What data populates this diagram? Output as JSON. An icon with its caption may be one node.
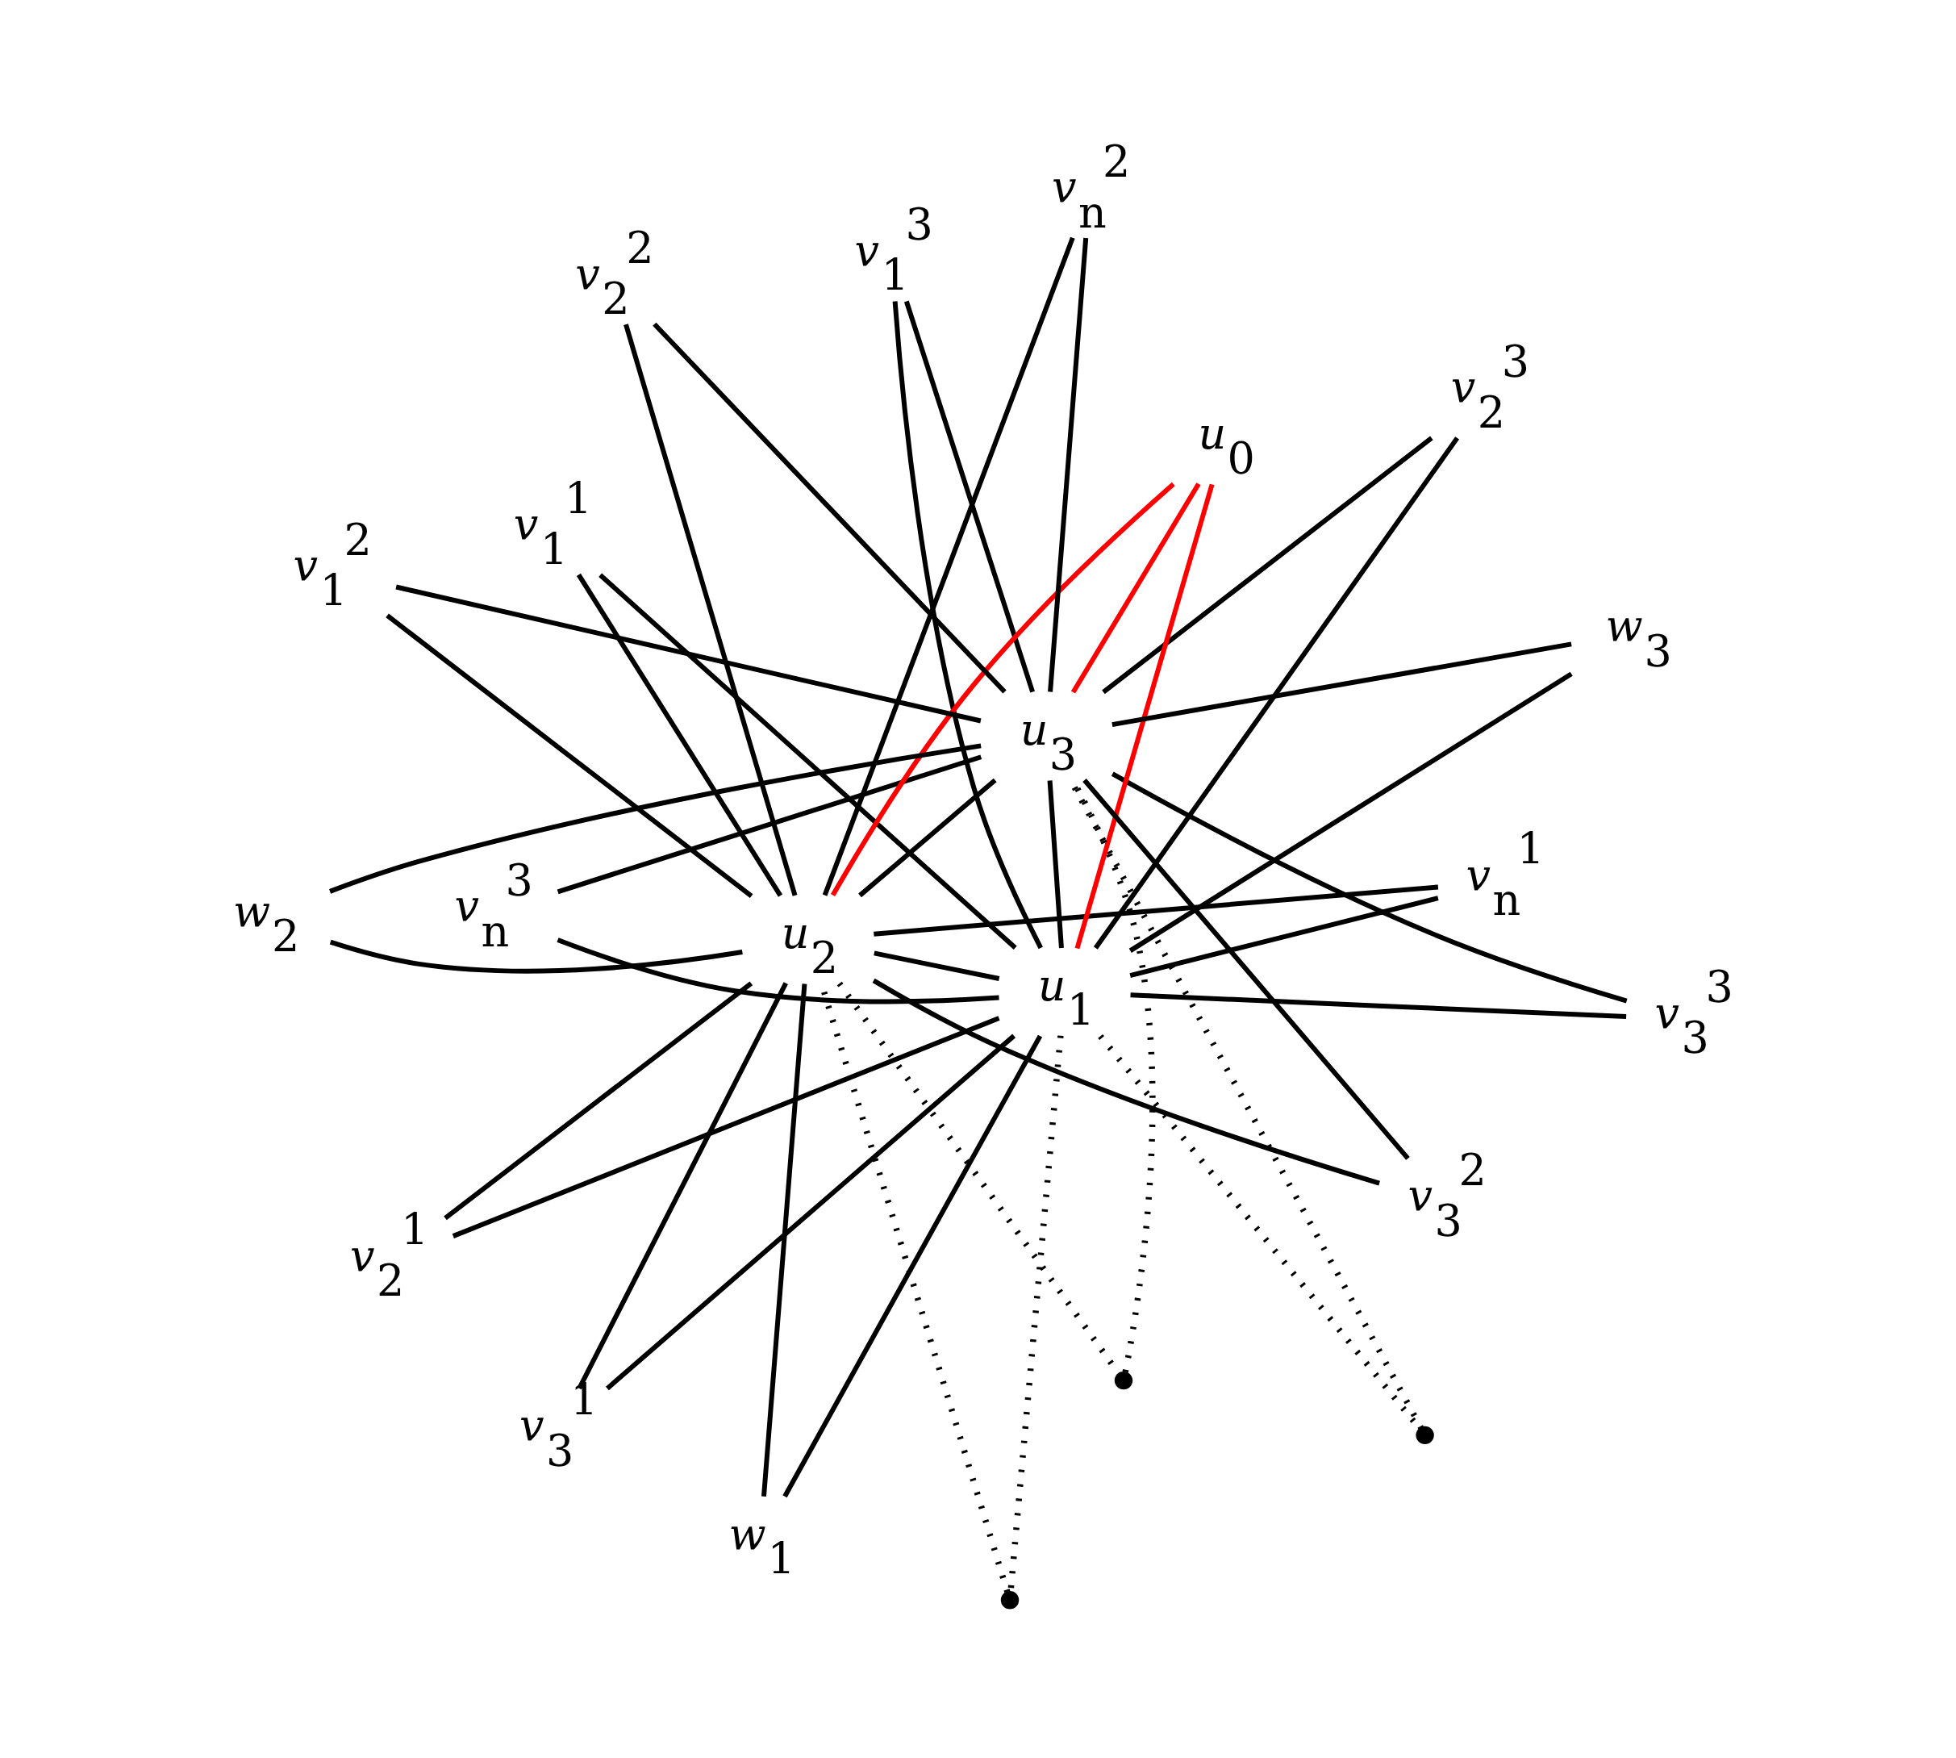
{
  "diagram": {
    "nodes": [
      {
        "text": [
          "u$_{1}$"
        ]
      },
      {
        "text": [
          "w$_{3}$"
        ]
      },
      {
        "text": [
          "w$_{1}$"
        ]
      },
      {
        "text": [
          "v$_{1}$$^{3}$"
        ]
      },
      {
        "text": [
          "v$_{2}$$^{3}$"
        ]
      },
      {
        "text": [
          "v$_{1}$$^{1}$"
        ]
      },
      {
        "text": [
          "v$_{2}$$^{1}$"
        ]
      },
      {
        "text": [
          "v$_{3}$$^{3}$"
        ]
      },
      {
        "text": [
          "v$_{3}$$^{1}$"
        ]
      },
      {
        "text": [],
        "shape": "circle"
      },
      {
        "text": [],
        "shape": "circle"
      },
      {
        "text": [
          "v$_{n}$$^{3}$"
        ]
      },
      {
        "text": [
          "v$_{n}$$^{1}$"
        ]
      },
      {
        "text": [
          "u$_{0}$"
        ]
      },
      {
        "text": [
          "v$_{n}$$^{2}$"
        ]
      },
      {
        "text": [],
        "shape": "circle"
      },
      {
        "text": [
          "v$_{3}$$^{2}$"
        ]
      },
      {
        "text": [
          "v$_{2}$$^{2}$"
        ]
      },
      {
        "text": [
          "v$_{1}$$^{2}$"
        ]
      },
      {
        "text": [
          "u$_{3}$"
        ]
      },
      {
        "text": [
          "u$_{2}$"
        ]
      },
      {
        "text": [
          "w$_{2}$"
        ]
      }
    ],
    "edges": [
      {
        "from": 0,
        "to": 20,
        "arrow": "none"
      },
      {
        "from": 20,
        "to": 19,
        "arrow": "none"
      },
      {
        "from": 19,
        "to": 0,
        "arrow": "none"
      },
      {
        "from": 0,
        "to": 2,
        "arrow": "none"
      },
      {
        "from": 2,
        "to": 20,
        "arrow": "none"
      },
      {
        "from": 20,
        "to": 21,
        "arrow": "none"
      },
      {
        "from": 21,
        "to": 19,
        "arrow": "none"
      },
      {
        "from": 19,
        "to": 1,
        "arrow": "none"
      },
      {
        "from": 1,
        "to": 0,
        "arrow": "none"
      },
      {
        "from": 13,
        "to": 0,
        "arrow": "none",
        "color": "#ff0000"
      },
      {
        "from": 13,
        "to": 20,
        "arrow": "none",
        "color": "#ff0000"
      },
      {
        "from": 13,
        "to": 19,
        "arrow": "none",
        "color": "#ff0000"
      },
      {
        "from": 0,
        "to": 5,
        "arrow": "none"
      },
      {
        "from": 5,
        "to": 20,
        "arrow": "none"
      },
      {
        "from": 0,
        "to": 6,
        "arrow": "none"
      },
      {
        "from": 6,
        "to": 20,
        "arrow": "none"
      },
      {
        "from": 0,
        "to": 8,
        "arrow": "none"
      },
      {
        "from": 8,
        "to": 20,
        "arrow": "none"
      },
      {
        "from": 0,
        "to": 10,
        "arrow": "none",
        "style": "dashed"
      },
      {
        "from": 10,
        "to": 20,
        "arrow": "none",
        "style": "dashed"
      },
      {
        "from": 0,
        "to": 12,
        "arrow": "none"
      },
      {
        "from": 12,
        "to": 20,
        "arrow": "none"
      },
      {
        "from": 20,
        "to": 14,
        "arrow": "none"
      },
      {
        "from": 14,
        "to": 19,
        "arrow": "none"
      },
      {
        "from": 20,
        "to": 15,
        "arrow": "none",
        "style": "dashed"
      },
      {
        "from": 15,
        "to": 19,
        "arrow": "none",
        "style": "dashed"
      },
      {
        "from": 20,
        "to": 16,
        "arrow": "none"
      },
      {
        "from": 16,
        "to": 19,
        "arrow": "none"
      },
      {
        "from": 20,
        "to": 17,
        "arrow": "none"
      },
      {
        "from": 17,
        "to": 19,
        "arrow": "none"
      },
      {
        "from": 20,
        "to": 18,
        "arrow": "none"
      },
      {
        "from": 18,
        "to": 19,
        "arrow": "none"
      },
      {
        "from": 0,
        "to": 3,
        "arrow": "none"
      },
      {
        "from": 3,
        "to": 19,
        "arrow": "none"
      },
      {
        "from": 0,
        "to": 4,
        "arrow": "none"
      },
      {
        "from": 4,
        "to": 19,
        "arrow": "none"
      },
      {
        "from": 0,
        "to": 7,
        "arrow": "none"
      },
      {
        "from": 7,
        "to": 19,
        "arrow": "none"
      },
      {
        "from": 0,
        "to": 9,
        "arrow": "none",
        "style": "dashed"
      },
      {
        "from": 9,
        "to": 19,
        "arrow": "none",
        "style": "dashed"
      },
      {
        "from": 0,
        "to": 11,
        "arrow": "none"
      },
      {
        "from": 11,
        "to": 19,
        "arrow": "none"
      }
    ]
  }
}
